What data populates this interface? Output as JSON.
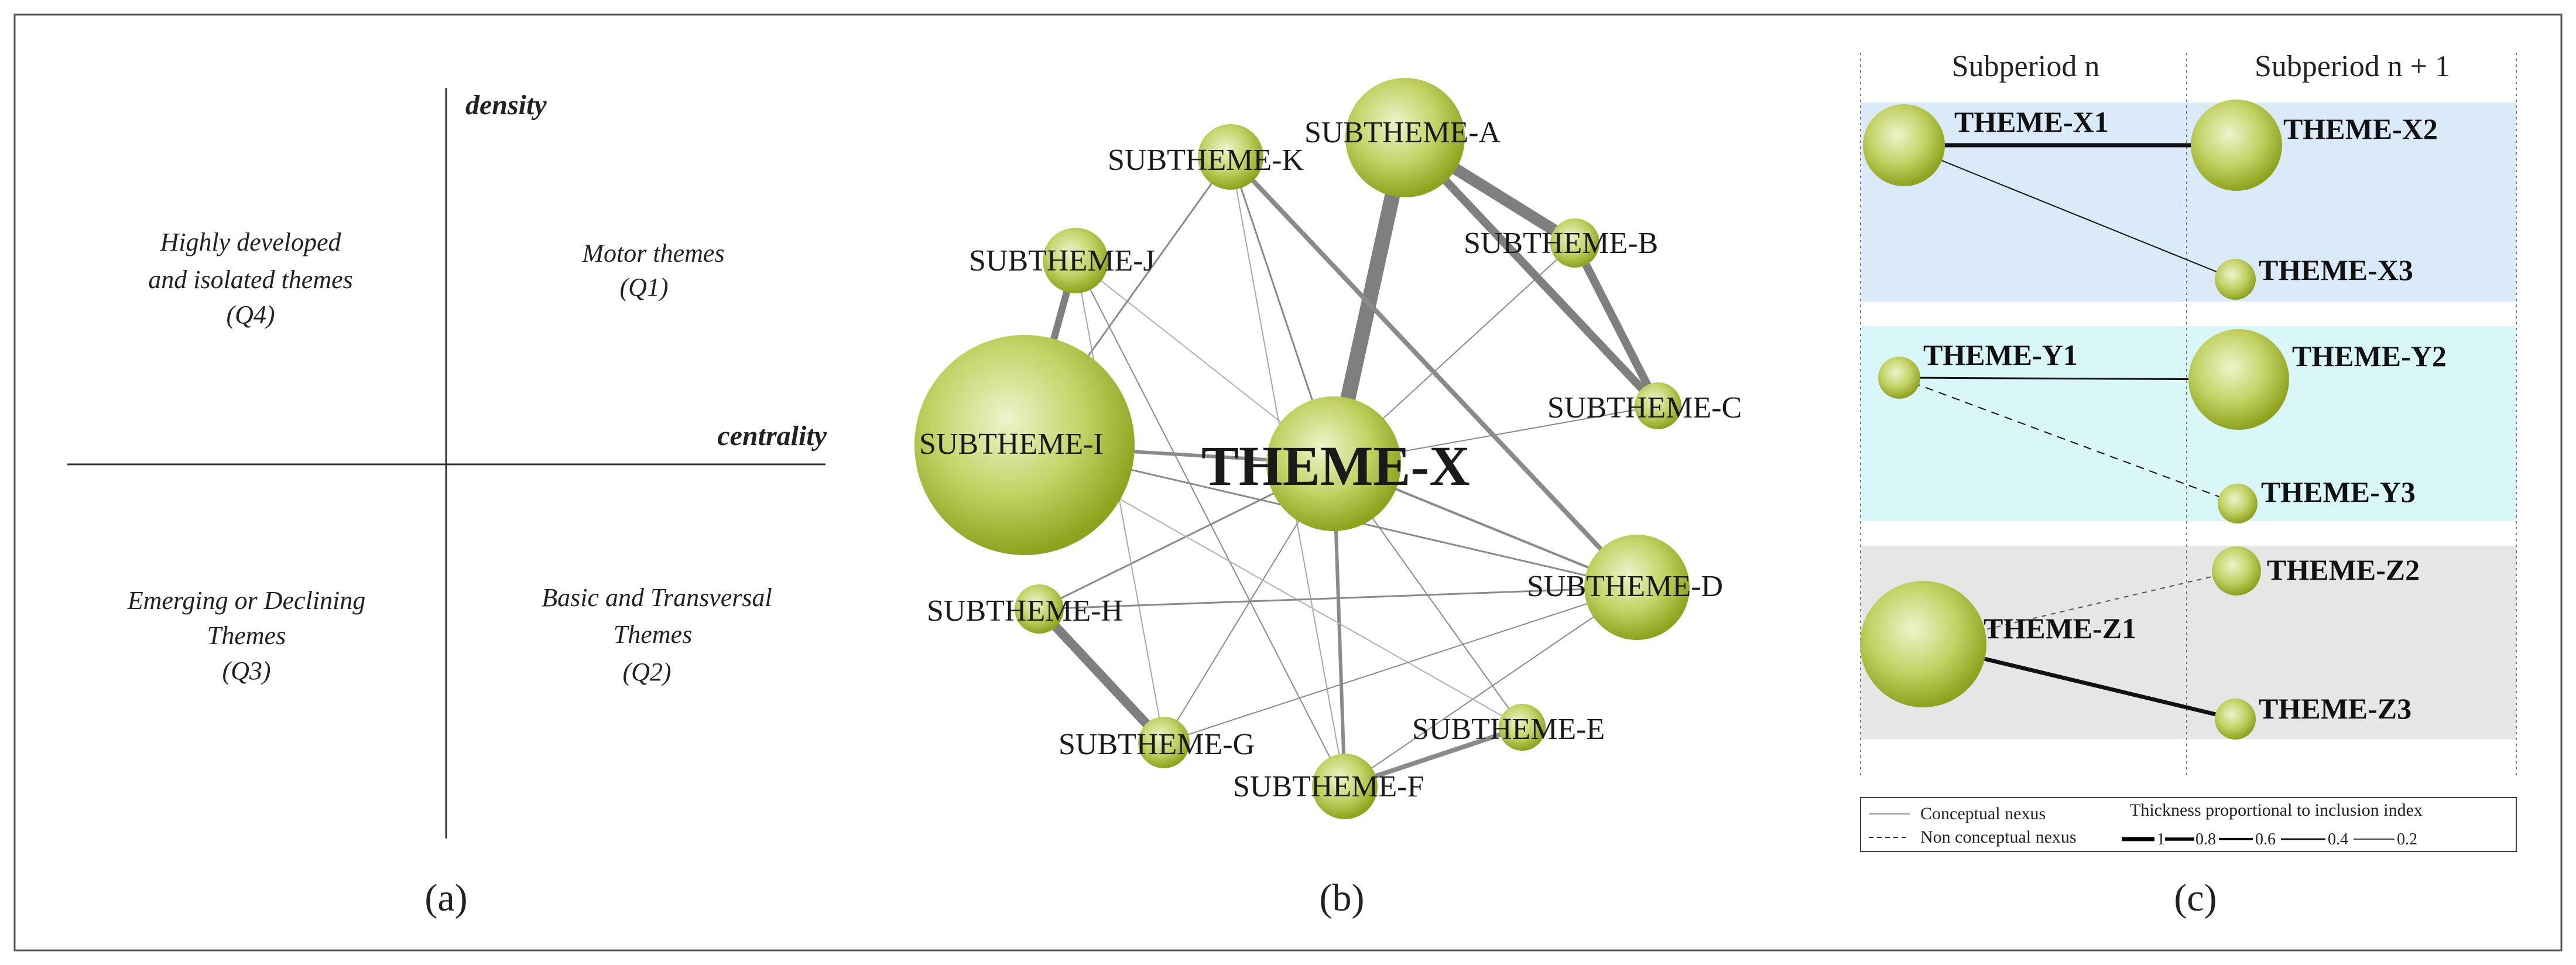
{
  "panel_a": {
    "caption": "(a)",
    "axis_y_label": "density",
    "axis_x_label": "centrality",
    "quadrants": {
      "q4": [
        "Highly developed",
        "and isolated themes",
        "(Q4)"
      ],
      "q1": [
        "Motor themes",
        "(Q1)"
      ],
      "q3": [
        "Emerging or Declining",
        "Themes",
        "(Q3)"
      ],
      "q2": [
        "Basic and Transversal",
        "Themes",
        "(Q2)"
      ]
    }
  },
  "panel_b": {
    "caption": "(b)",
    "center_label": "THEME-X",
    "subthemes": {
      "A": "SUBTHEME-A",
      "B": "SUBTHEME-B",
      "C": "SUBTHEME-C",
      "D": "SUBTHEME-D",
      "E": "SUBTHEME-E",
      "F": "SUBTHEME-F",
      "G": "SUBTHEME-G",
      "H": "SUBTHEME-H",
      "I": "SUBTHEME-I",
      "J": "SUBTHEME-J",
      "K": "SUBTHEME-K"
    }
  },
  "panel_c": {
    "caption": "(c)",
    "col1_header": "Subperiod n",
    "col2_header": "Subperiod n + 1",
    "themes": {
      "x1": "THEME-X1",
      "x2": "THEME-X2",
      "x3": "THEME-X3",
      "y1": "THEME-Y1",
      "y2": "THEME-Y2",
      "y3": "THEME-Y3",
      "z1": "THEME-Z1",
      "z2": "THEME-Z2",
      "z3": "THEME-Z3"
    },
    "legend": {
      "conceptual": "Conceptual nexus",
      "non_conceptual": "Non conceptual nexus",
      "thickness_title": "Thickness proportional to inclusion index",
      "scale": [
        "1",
        "0.8",
        "0.6",
        "0.4",
        "0.2"
      ]
    },
    "band_colors": {
      "x": "#dbeaf8",
      "y": "#d9f7f9",
      "z": "#e6e6e6"
    }
  },
  "colors": {
    "node_light": "#e6efbc",
    "node_mid": "#b9cd52",
    "node_dark": "#8fa420",
    "edge": "#888888"
  }
}
